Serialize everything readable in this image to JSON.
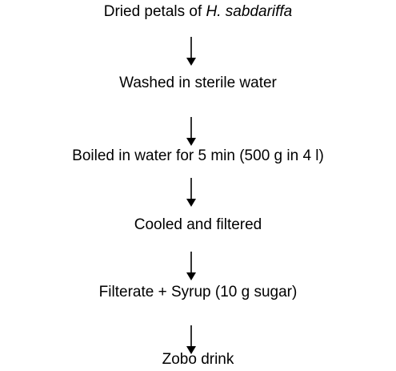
{
  "flow": {
    "steps": [
      {
        "text": "Dried petals of ",
        "italic": "H. sabdariffa"
      },
      {
        "text": "Washed in sterile water"
      },
      {
        "text": "Boiled in water for 5 min (500 g in 4 l)"
      },
      {
        "text": "Cooled and filtered"
      },
      {
        "text": "Filterate + Syrup (10 g sugar)"
      },
      {
        "text": "Zobo drink"
      }
    ]
  }
}
